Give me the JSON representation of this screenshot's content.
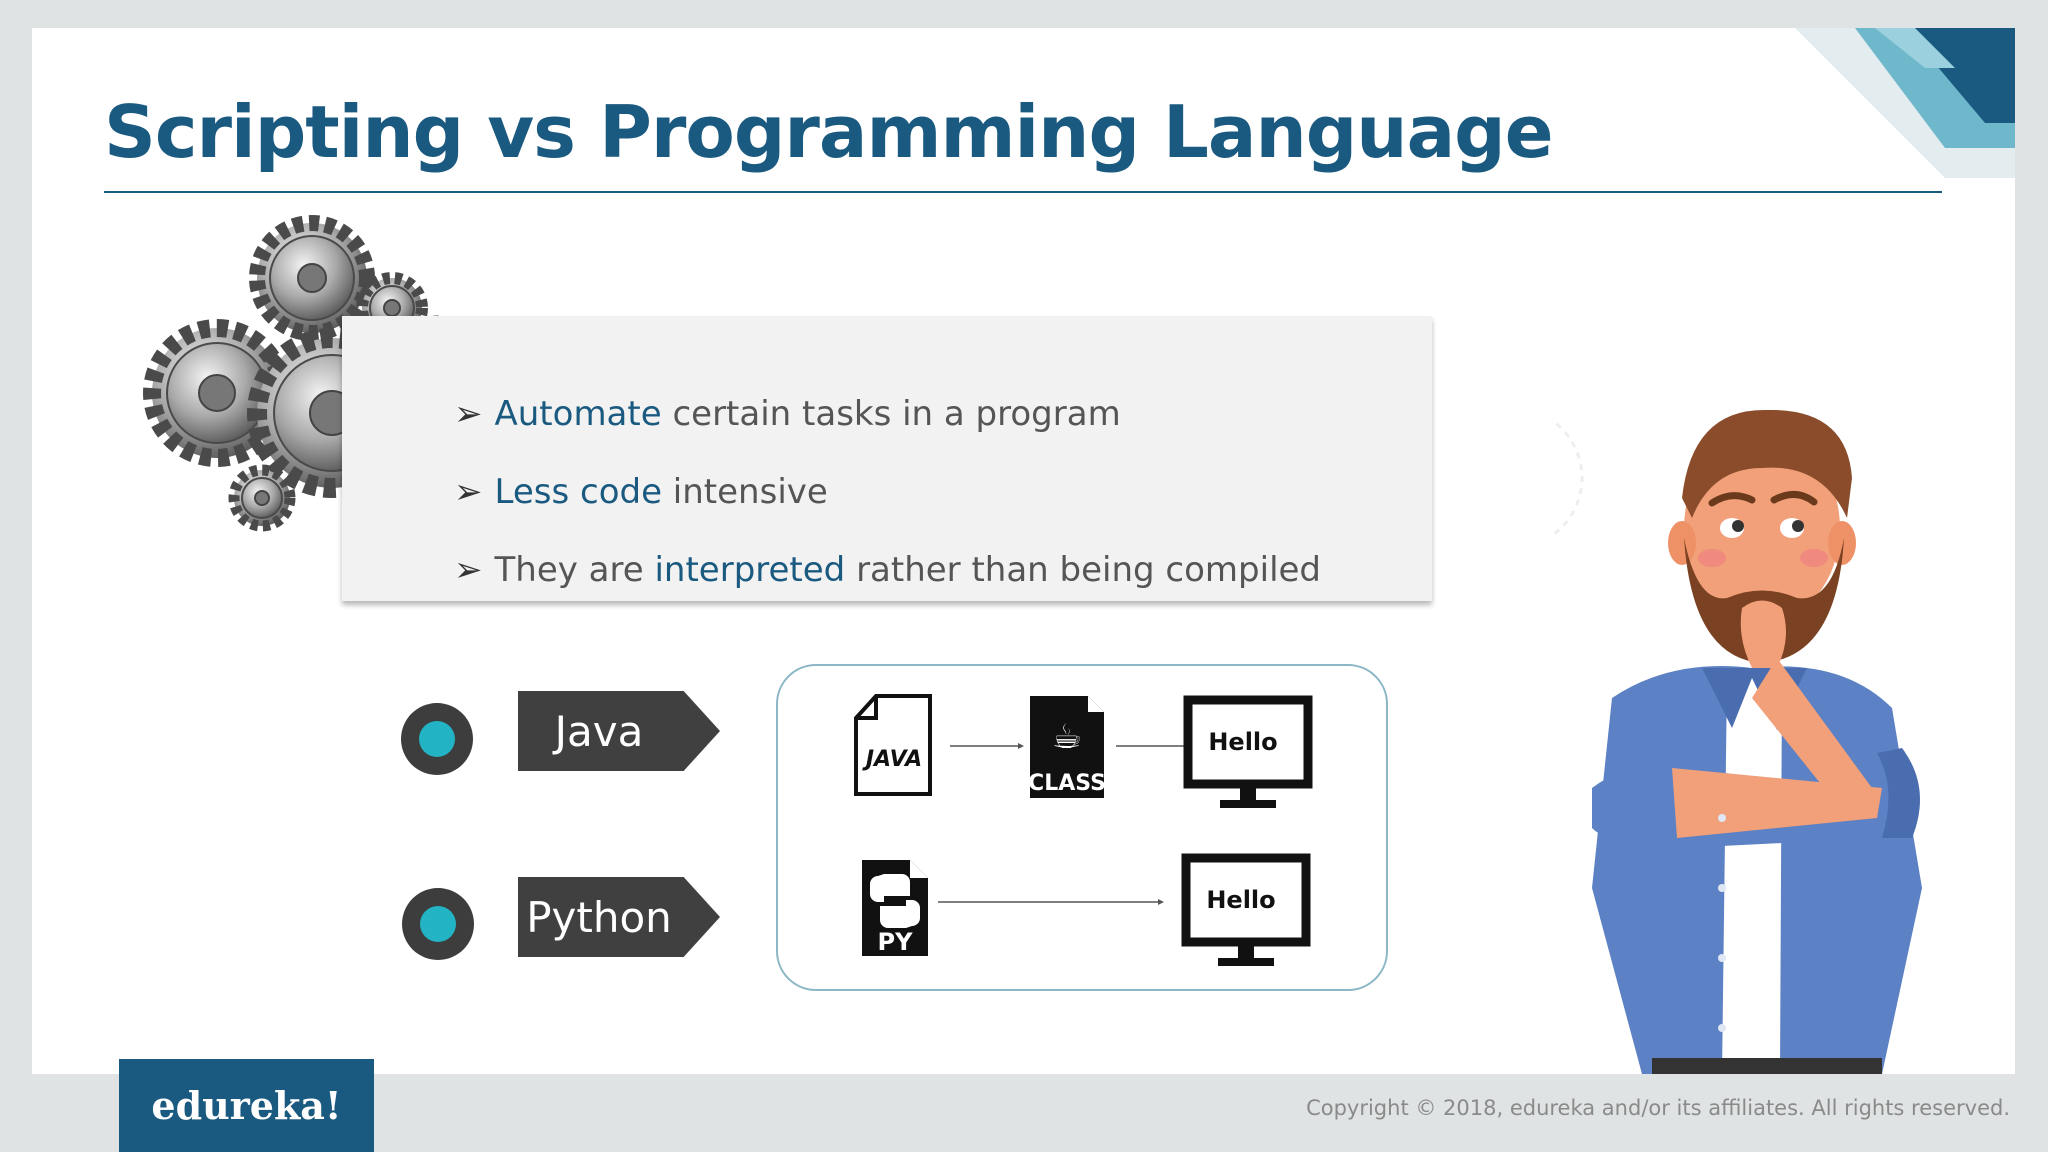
{
  "slide": {
    "title": "Scripting vs Programming Language",
    "colors": {
      "accent": "#1b5a80",
      "teal": "#22b4c4",
      "tag": "#404040"
    }
  },
  "bullets": [
    {
      "highlight": "Automate",
      "rest": " certain tasks in a program"
    },
    {
      "highlight": "Less code",
      "rest": " intensive"
    },
    {
      "prefix": "They are ",
      "highlight": "interpreted",
      "rest": " rather than being compiled"
    }
  ],
  "languages": [
    {
      "label": "Java"
    },
    {
      "label": "Python"
    }
  ],
  "flow": {
    "java_file_label": "JAVA",
    "class_file_label": "CLASS",
    "py_file_label": "PY",
    "output_text": "Hello"
  },
  "footer": {
    "logo": "edureka!",
    "copyright": "Copyright © 2018, edureka and/or its affiliates. All rights reserved."
  }
}
